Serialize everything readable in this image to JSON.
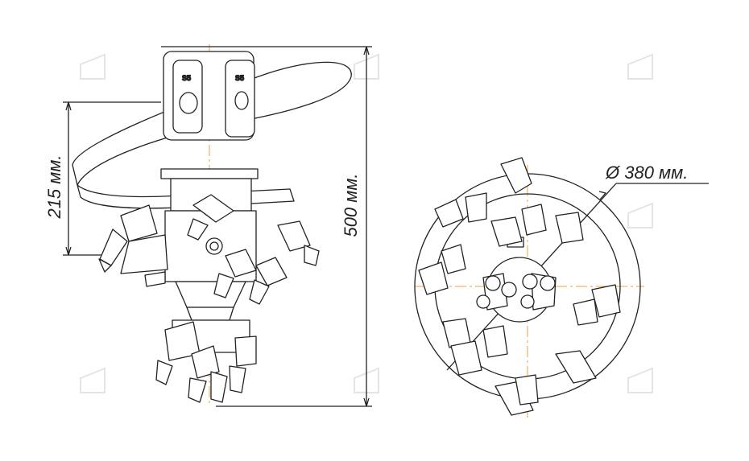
{
  "dimensions": {
    "height_a": "215 мм.",
    "height_b": "500 мм.",
    "diameter": "Ø 380 мм."
  },
  "plates": {
    "left": "S5",
    "right": "S5"
  },
  "colors": {
    "line": "#222222",
    "axis": "#f0a040",
    "background": "#ffffff"
  }
}
